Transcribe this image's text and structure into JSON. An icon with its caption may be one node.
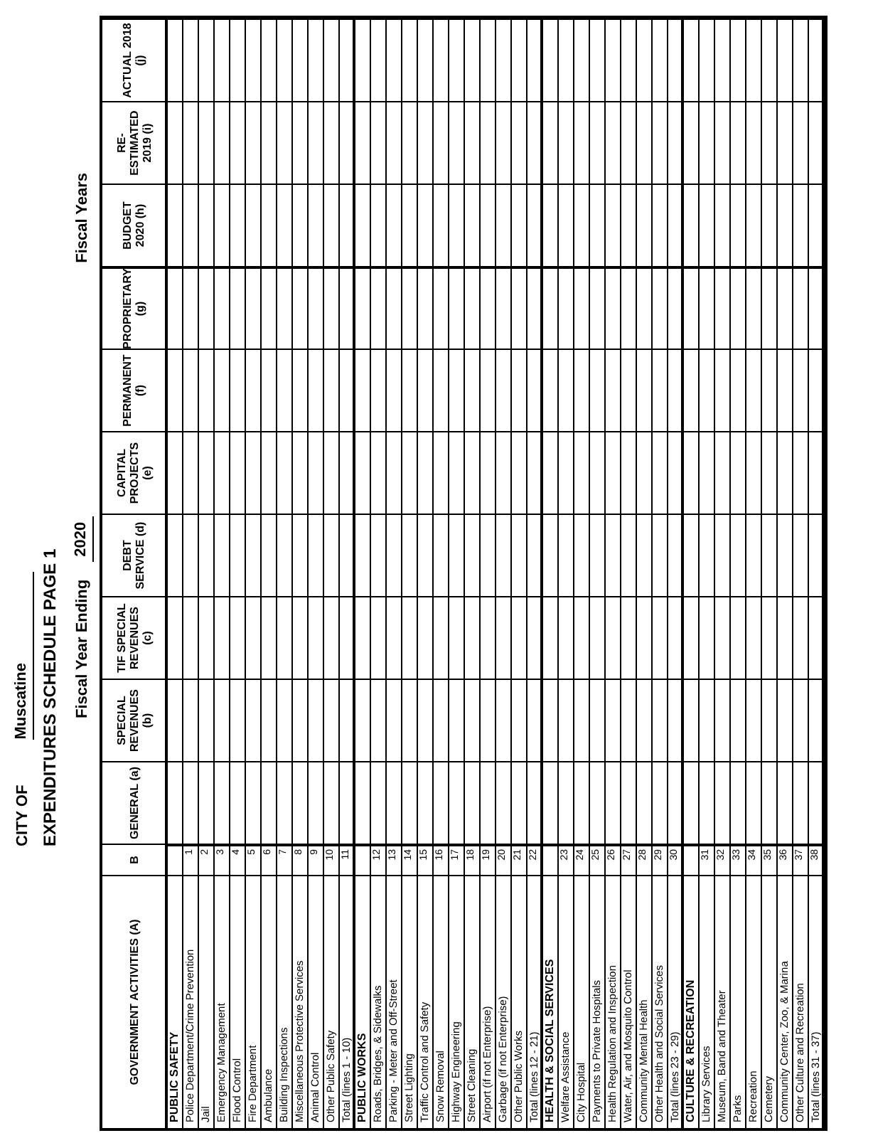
{
  "diagram": {
    "title": "EXPENDITURES SCHEDULE PAGE 1",
    "labels": [
      "CITY OF",
      "Muscatine",
      "Fiscal Year Ending",
      "2020",
      "Fiscal Years",
      "GOVERNMENT ACTIVITIES (A)",
      "B",
      "GENERAL (a)",
      "SPECIAL REVENUES (b)",
      "TIF SPECIAL REVENUES (c)",
      "DEBT SERVICE (d)",
      "CAPITAL PROJECTS (e)",
      "PERMANENT (f)",
      "PROPRIETARY (g)",
      "BUDGET 2020 (h)",
      "RE-ESTIMATED 2019 (i)",
      "ACTUAL 2018 (j)",
      "PUBLIC SAFETY",
      "Police Department/Crime Prevention",
      "1",
      "Jail",
      "2",
      "Emergency Management",
      "3",
      "Flood Control",
      "4",
      "Fire Department",
      "5",
      "Ambulance",
      "6",
      "Building Inspections",
      "7",
      "Miscellaneous Protective Services",
      "8",
      "Animal Control",
      "9",
      "Other Public Safety",
      "10",
      "Total (lines 1 - 10)",
      "11",
      "PUBLIC WORKS",
      "Roads, Bridges, & Sidewalks",
      "12",
      "Parking - Meter and Off-Street",
      "13",
      "Street Lighting",
      "14",
      "Traffic Control and Safety",
      "15",
      "Snow Removal",
      "16",
      "Highway Engineering",
      "17",
      "Street Cleaning",
      "18",
      "Airport (if not Enterprise)",
      "19",
      "Garbage (if not Enterprise)",
      "20",
      "Other Public Works",
      "21",
      "Total (lines 12 - 21)",
      "22",
      "HEALTH & SOCIAL SERVICES",
      "Welfare Assistance",
      "23",
      "City Hospital",
      "24",
      "Payments to Private Hospitals",
      "25",
      "Health Regulation and Inspection",
      "26",
      "Water, Air, and Mosquito Control",
      "27",
      "Community Mental Health",
      "28",
      "Other Health and Social Services",
      "29",
      "Total (lines 23 - 29)",
      "30",
      "CULTURE & RECREATION",
      "Library Services",
      "31",
      "Museum, Band and Theater",
      "32",
      "Parks",
      "33",
      "Recreation",
      "34",
      "Cemetery",
      "35",
      "Community Center, Zoo, & Marina",
      "36",
      "Other Culture and Recreation",
      "37",
      "Total (lines 31 - 37)",
      "38"
    ]
  }
}
